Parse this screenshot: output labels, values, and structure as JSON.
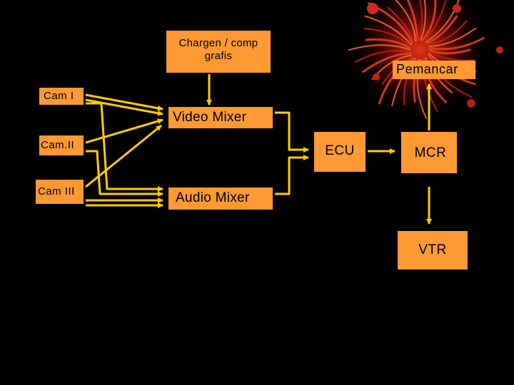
{
  "colors": {
    "background": "#000000",
    "box_fill": "#FF9933",
    "arrow_color": "#FFCC00",
    "text_color": "#000000",
    "decoration_red": "#C4211A"
  },
  "diagram": {
    "nodes": {
      "chargen": "Chargen / comp grafis",
      "cam1": "Cam I",
      "cam2": "Cam.II",
      "cam3": "Cam III",
      "video_mixer": "Video Mixer",
      "audio_mixer": "Audio Mixer",
      "ecu": "ECU",
      "mcr": "MCR",
      "vtr": "VTR",
      "pemancar": "Pemancar"
    },
    "edges": [
      {
        "from": "chargen",
        "to": "video_mixer"
      },
      {
        "from": "cam1",
        "to": "video_mixer"
      },
      {
        "from": "cam2",
        "to": "video_mixer"
      },
      {
        "from": "cam3",
        "to": "video_mixer"
      },
      {
        "from": "cam1",
        "to": "audio_mixer"
      },
      {
        "from": "cam2",
        "to": "audio_mixer"
      },
      {
        "from": "cam3",
        "to": "audio_mixer"
      },
      {
        "from": "video_mixer",
        "to": "ecu"
      },
      {
        "from": "audio_mixer",
        "to": "ecu"
      },
      {
        "from": "ecu",
        "to": "mcr"
      },
      {
        "from": "mcr",
        "to": "pemancar"
      },
      {
        "from": "mcr",
        "to": "vtr"
      }
    ]
  }
}
